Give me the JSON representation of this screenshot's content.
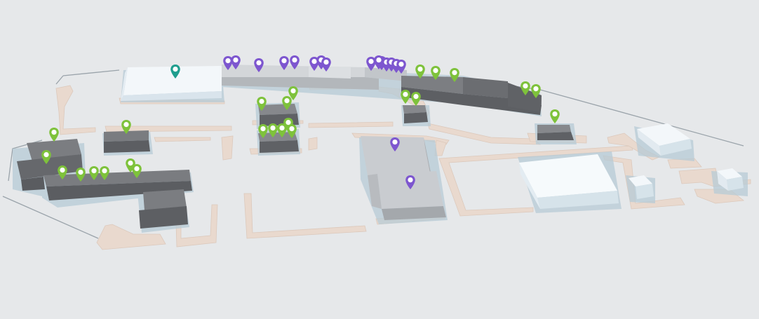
{
  "map": {
    "colors": {
      "background": "#e6e8ea",
      "sidewalk": "#e9d9ce",
      "building_dark": "#66686b",
      "building_light": "#c9ccd0",
      "building_white": "#f3f7fa",
      "shadow": "#b7cbd6",
      "pin_green": "#7ec23b",
      "pin_purple": "#7d56cf",
      "pin_teal": "#1f9e8e"
    },
    "pin_icon": "map-marker-icon",
    "pins": [
      {
        "id": "anchor-store",
        "category": "teal"
      },
      {
        "id": "north-strip-1",
        "category": "purple"
      },
      {
        "id": "north-strip-2",
        "category": "purple"
      },
      {
        "id": "north-strip-3",
        "category": "purple"
      },
      {
        "id": "north-strip-4",
        "category": "purple"
      },
      {
        "id": "north-strip-5",
        "category": "purple"
      },
      {
        "id": "north-strip-6",
        "category": "purple"
      },
      {
        "id": "north-strip-7",
        "category": "purple"
      },
      {
        "id": "north-strip-8",
        "category": "purple"
      },
      {
        "id": "north-strip-9",
        "category": "purple"
      },
      {
        "id": "north-strip-10",
        "category": "purple"
      },
      {
        "id": "north-strip-11",
        "category": "purple"
      },
      {
        "id": "north-strip-12",
        "category": "purple"
      },
      {
        "id": "north-strip-13",
        "category": "purple"
      },
      {
        "id": "north-strip-14",
        "category": "purple"
      },
      {
        "id": "north-strip-15",
        "category": "purple"
      },
      {
        "id": "north-east-1",
        "category": "green"
      },
      {
        "id": "north-east-2",
        "category": "green"
      },
      {
        "id": "north-east-3",
        "category": "green"
      },
      {
        "id": "north-east-4",
        "category": "green"
      },
      {
        "id": "north-east-5",
        "category": "green"
      },
      {
        "id": "east-pad",
        "category": "green"
      },
      {
        "id": "center-pad-1",
        "category": "green"
      },
      {
        "id": "center-pad-2",
        "category": "green"
      },
      {
        "id": "center-pad-3",
        "category": "green"
      },
      {
        "id": "center-pad-4",
        "category": "green"
      },
      {
        "id": "center-pad-5",
        "category": "green"
      },
      {
        "id": "center-pad-6",
        "category": "green"
      },
      {
        "id": "center-pad-7",
        "category": "green"
      },
      {
        "id": "center-pad-8",
        "category": "green"
      },
      {
        "id": "small-pad-1",
        "category": "green"
      },
      {
        "id": "small-pad-2",
        "category": "green"
      },
      {
        "id": "west-pad",
        "category": "green"
      },
      {
        "id": "west-strip-1",
        "category": "green"
      },
      {
        "id": "west-strip-2",
        "category": "green"
      },
      {
        "id": "west-strip-3",
        "category": "green"
      },
      {
        "id": "west-strip-4",
        "category": "green"
      },
      {
        "id": "west-strip-5",
        "category": "green"
      },
      {
        "id": "west-strip-6",
        "category": "green"
      },
      {
        "id": "west-strip-7",
        "category": "green"
      },
      {
        "id": "west-strip-8",
        "category": "green"
      },
      {
        "id": "center-big-1",
        "category": "purple"
      },
      {
        "id": "center-big-2",
        "category": "purple"
      }
    ]
  }
}
